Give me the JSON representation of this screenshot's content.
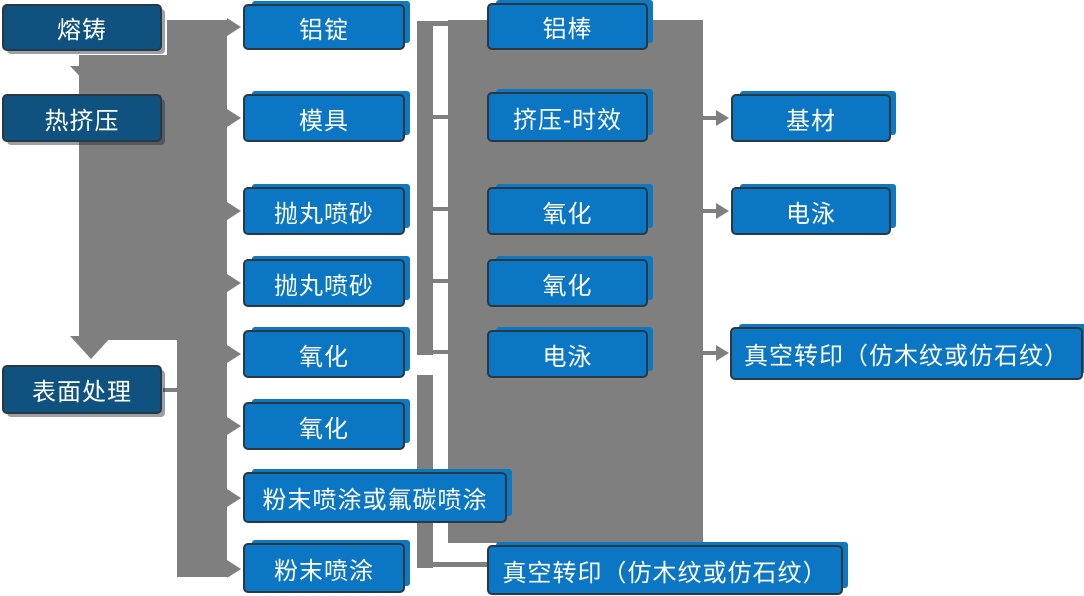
{
  "diagram": {
    "type": "flowchart",
    "description": "Aluminum profile production process flow",
    "colors": {
      "bright_box": "#0b76c3",
      "dark_box": "#0f5280",
      "connector_gray": "#7f7f7f",
      "box_border": "#2a3842",
      "text": "#ffffff",
      "background": "#ffffff"
    },
    "nodes": {
      "melting": "熔铸",
      "hot_extrusion": "热挤压",
      "surface_treatment": "表面处理",
      "aluminum_ingot": "铝锭",
      "mold": "模具",
      "shot_blast_sandblast_1": "抛丸喷砂",
      "shot_blast_sandblast_2": "抛丸喷砂",
      "oxidation_1": "氧化",
      "oxidation_2": "氧化",
      "powder_or_fluorocarbon_spray": "粉末喷涂或氟碳喷涂",
      "powder_spray": "粉末喷涂",
      "aluminum_rod": "铝棒",
      "extrusion_aging": "挤压-时效",
      "oxidation_3": "氧化",
      "oxidation_4": "氧化",
      "electrophoresis_1": "电泳",
      "substrate": "基材",
      "electrophoresis_2": "电泳",
      "vacuum_transfer_right": "真空转印（仿木纹或仿石纹）",
      "vacuum_transfer_bottom": "真空转印（仿木纹或仿石纹）"
    },
    "edges": [
      {
        "from": "melting",
        "to": "hot_extrusion",
        "style": "down-arrow"
      },
      {
        "from": "main_band",
        "to": "aluminum_ingot",
        "style": "right-arrow"
      },
      {
        "from": "main_band",
        "to": "mold",
        "style": "right-arrow"
      },
      {
        "from": "main_band",
        "to": "shot_blast_sandblast_1",
        "style": "right-arrow"
      },
      {
        "from": "main_band",
        "to": "shot_blast_sandblast_2",
        "style": "right-arrow"
      },
      {
        "from": "main_band",
        "to": "oxidation_1",
        "style": "right-arrow"
      },
      {
        "from": "main_band",
        "to": "surface_treatment",
        "style": "down-arrow"
      },
      {
        "from": "surface_treatment",
        "to": "oxidation_2",
        "style": "right-arrow"
      },
      {
        "from": "surface_treatment",
        "to": "powder_or_fluorocarbon_spray",
        "style": "right-arrow"
      },
      {
        "from": "surface_treatment",
        "to": "powder_spray",
        "style": "right-arrow"
      },
      {
        "from": "spine_upper",
        "to": "panel",
        "style": "tick-rows-1-5"
      },
      {
        "from": "extrusion_aging",
        "to": "substrate",
        "style": "right-arrow"
      },
      {
        "from": "oxidation_3",
        "to": "electrophoresis_2",
        "style": "right-arrow"
      },
      {
        "from": "electrophoresis_1",
        "to": "vacuum_transfer_right",
        "style": "right-arrow"
      },
      {
        "from": "spine_lower",
        "to": "vacuum_transfer_bottom",
        "style": "tick"
      }
    ]
  }
}
